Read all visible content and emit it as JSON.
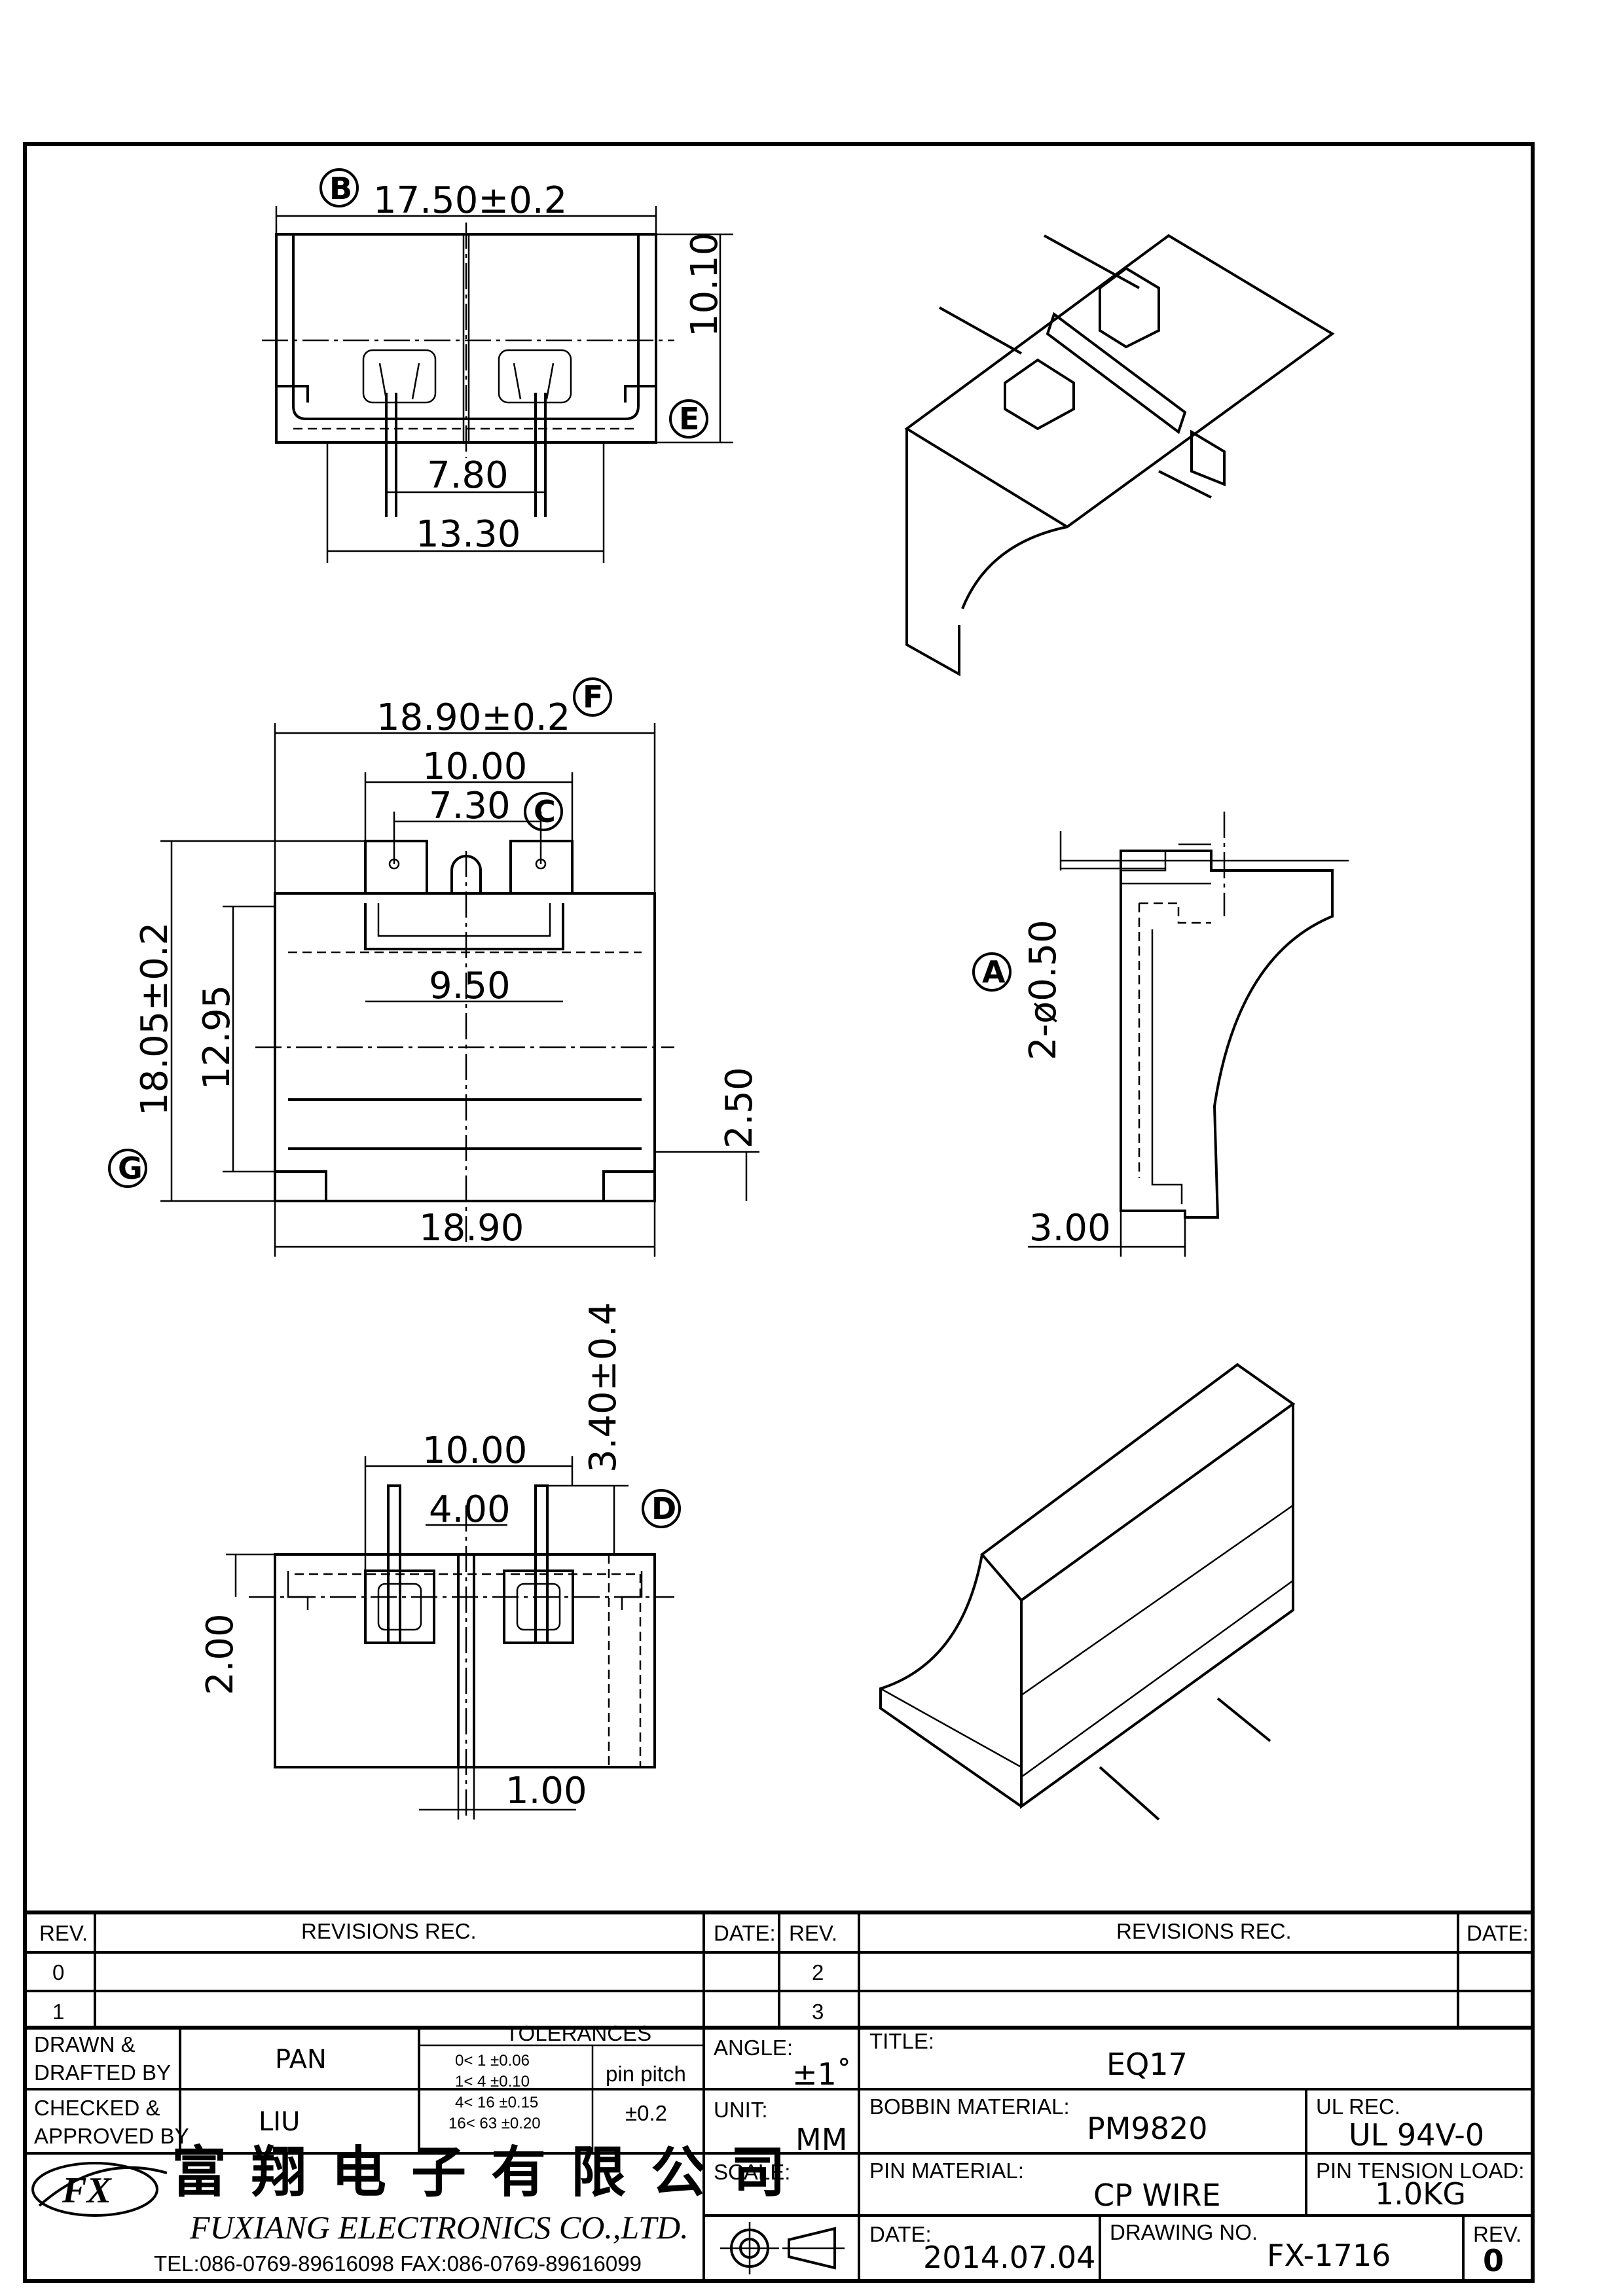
{
  "dimensions": {
    "top_view": {
      "width": "17.50±0.2",
      "height": "10.10",
      "pin_inner": "7.80",
      "base": "13.30"
    },
    "front_view": {
      "width_tol": "18.90±0.2",
      "flange": "10.00",
      "pin_pitch": "7.30",
      "slot": "9.50",
      "height_tol": "18.05±0.2",
      "inner_height": "12.95",
      "foot": "2.50",
      "width": "18.90"
    },
    "side_view": {
      "pin_dia": "2-ø0.50",
      "thickness": "3.00"
    },
    "bottom_view": {
      "pin_len": "3.40±0.4",
      "flange": "10.00",
      "core": "4.00",
      "step": "2.00",
      "slot": "1.00"
    }
  },
  "markers": [
    "A",
    "B",
    "C",
    "D",
    "E",
    "F",
    "G"
  ],
  "title_block": {
    "rev_header": "REV.",
    "revisions_header": "REVISIONS   REC.",
    "date_header": "DATE:",
    "rev_left": [
      "0",
      "1"
    ],
    "rev_right": [
      "2",
      "3"
    ],
    "drawn_label_1": "DRAWN &",
    "drawn_label_2": "DRAFTED BY",
    "drawn_by": "PAN",
    "checked_label_1": "CHECKED &",
    "checked_label_2": "APPROVED BY",
    "checked_by": "LIU",
    "tolerances_title": "TOLERANCES",
    "tolerance_rows": [
      "0<  1   ±0.06",
      "1<  4   ±0.10",
      "4<  16  ±0.15",
      "16<  63  ±0.20"
    ],
    "pin_pitch_label": "pin pitch",
    "pin_pitch_value": "±0.2",
    "angle_label": "ANGLE:",
    "angle_value": "±1˚",
    "unit_label": "UNIT:",
    "unit_value": "MM",
    "scale_label": "SCALE:",
    "title_label": "TITLE:",
    "title_value": "EQ17",
    "bobbin_label": "BOBBIN MATERIAL:",
    "bobbin_value": "PM9820",
    "ul_label": "UL REC.",
    "ul_value": "UL 94V-0",
    "pin_material_label": "PIN MATERIAL:",
    "pin_material_value": "CP WIRE",
    "pin_tension_label": "PIN TENSION LOAD:",
    "pin_tension_value": "1.0KG",
    "date_label": "DATE:",
    "date_value": "2014.07.04",
    "drawing_no_label": "DRAWING NO.",
    "drawing_no_value": "FX-1716",
    "rev_label": "REV.",
    "rev_value": "0",
    "company_cn": "富翔电子有限公司",
    "company_en": "FUXIANG  ELECTRONICS  CO.,LTD.",
    "company_contact": "TEL:086-0769-89616098   FAX:086-0769-89616099",
    "logo_text": "FX"
  }
}
